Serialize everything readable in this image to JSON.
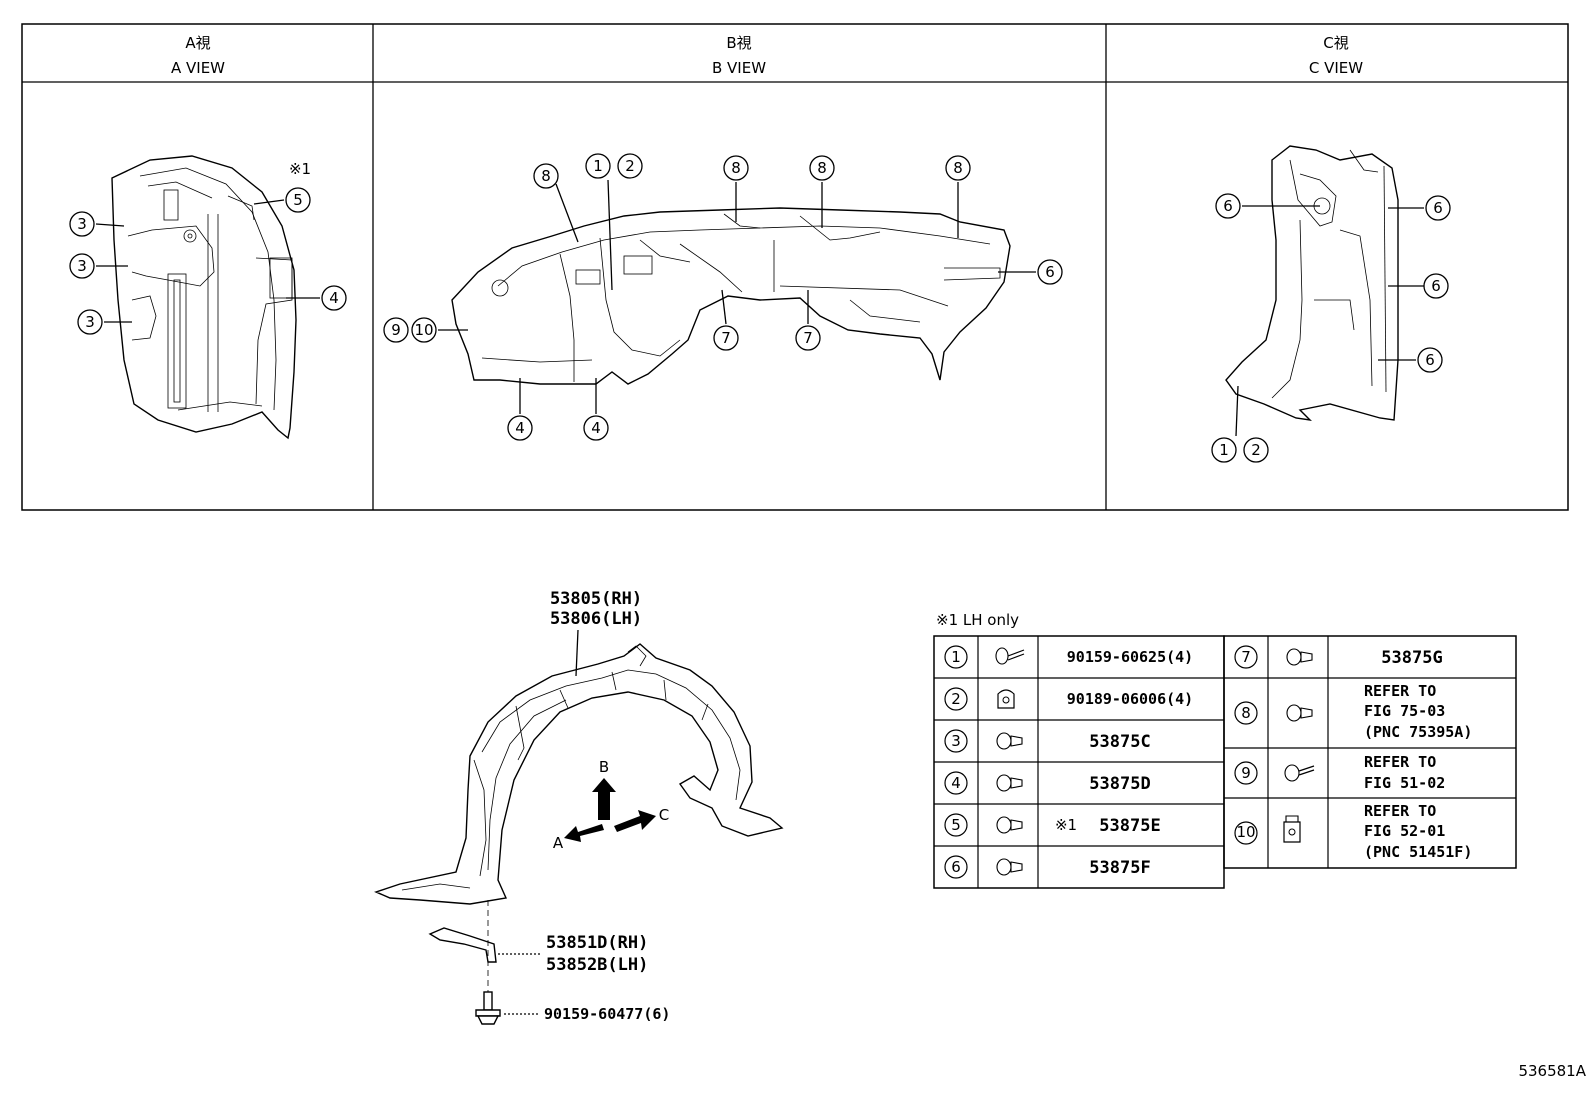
{
  "views": [
    {
      "jp": "A視",
      "en": "A VIEW"
    },
    {
      "jp": "B視",
      "en": "B VIEW"
    },
    {
      "jp": "C視",
      "en": "C VIEW"
    }
  ],
  "a_view": {
    "note": "※1",
    "callouts": [
      "3",
      "3",
      "3",
      "5",
      "4"
    ]
  },
  "b_view": {
    "callouts": [
      "8",
      "1",
      "2",
      "8",
      "8",
      "8",
      "6",
      "9",
      "10",
      "7",
      "7",
      "4",
      "4"
    ]
  },
  "c_view": {
    "callouts": [
      "6",
      "6",
      "6",
      "6",
      "1",
      "2"
    ]
  },
  "main": {
    "liner_rh": "53805(RH)",
    "liner_lh": "53806(LH)",
    "bracket_rh": "53851D(RH)",
    "bracket_lh": "53852B(LH)",
    "bolt": "90159-60477(6)",
    "dir_b": "B",
    "dir_c": "C",
    "dir_a": "A"
  },
  "legend": {
    "note": "※1 LH only",
    "left": [
      {
        "num": "1",
        "part": "90159-60625(4)",
        "mark": ""
      },
      {
        "num": "2",
        "part": "90189-06006(4)",
        "mark": ""
      },
      {
        "num": "3",
        "part": "53875C",
        "mark": ""
      },
      {
        "num": "4",
        "part": "53875D",
        "mark": ""
      },
      {
        "num": "5",
        "part": "53875E",
        "mark": "※1"
      },
      {
        "num": "6",
        "part": "53875F",
        "mark": ""
      }
    ],
    "right": [
      {
        "num": "7",
        "lines": [
          "53875G"
        ]
      },
      {
        "num": "8",
        "lines": [
          "REFER TO",
          "FIG 75-03",
          "(PNC 75395A)"
        ]
      },
      {
        "num": "9",
        "lines": [
          "REFER TO",
          "FIG 51-02"
        ]
      },
      {
        "num": "10",
        "lines": [
          "REFER TO",
          "FIG 52-01",
          "(PNC 51451F)"
        ]
      }
    ]
  },
  "figure_id": "536581A"
}
